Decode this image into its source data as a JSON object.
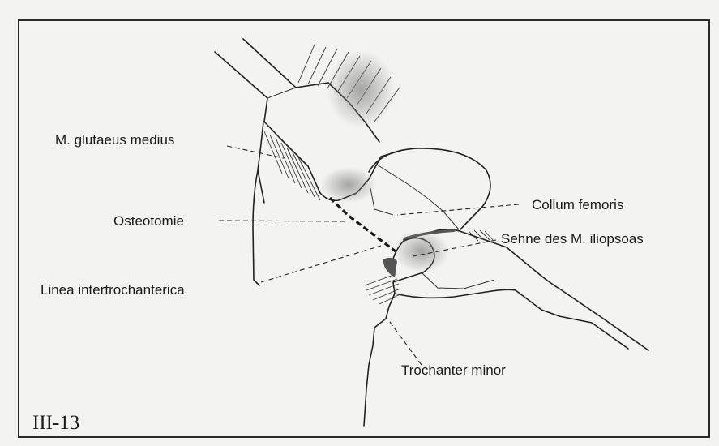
{
  "figure": {
    "number": "III-13",
    "colors": {
      "paper": "#f3f3f1",
      "ink": "#1a1a1a",
      "frame": "#2a2a2a",
      "shade": "#9a9a9a"
    }
  },
  "labels": {
    "glutaeus_medius": "M. glutaeus medius",
    "osteotomie": "Osteotomie",
    "linea_intertrochanterica": "Linea intertrochanterica",
    "collum_femoris": "Collum femoris",
    "sehne_iliopsoas": "Sehne des M. iliopsoas",
    "trochanter_minor": "Trochanter minor"
  }
}
